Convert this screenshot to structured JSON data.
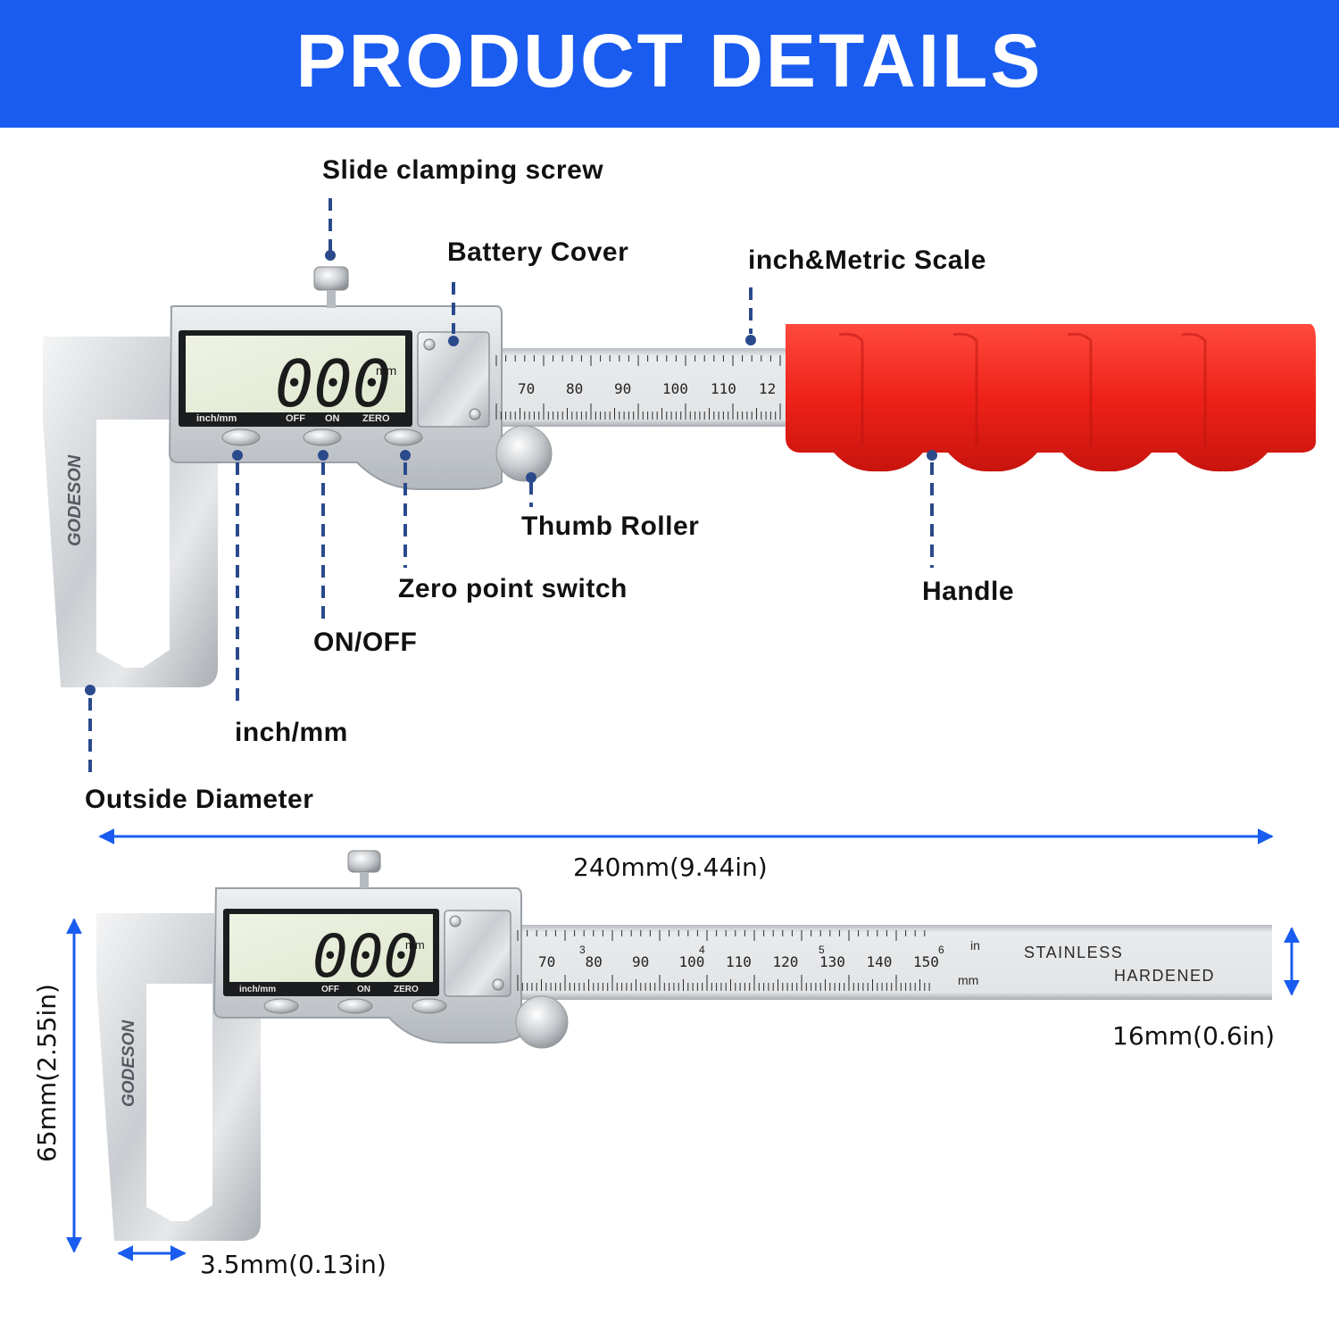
{
  "header": {
    "title": "PRODUCT DETAILS"
  },
  "colors": {
    "header_bg": "#1a5cf0",
    "leader": "#2a4a8c",
    "arrow": "#1a5cf0",
    "handle": "#e8211e"
  },
  "callouts": {
    "slide_clamping_screw": "Slide clamping screw",
    "battery_cover": "Battery Cover",
    "inch_metric_scale": "inch&Metric Scale",
    "thumb_roller": "Thumb Roller",
    "zero_point_switch": "Zero point switch",
    "handle": "Handle",
    "on_off": "ON/OFF",
    "inch_mm": "inch/mm",
    "outside_diameter": "Outside Diameter"
  },
  "dimensions": {
    "total_length": "240mm(9.44in)",
    "beam_width": "16mm(0.6in)",
    "height": "65mm(2.55in)",
    "tip_thickness": "3.5mm(0.13in)"
  },
  "caliper_top": {
    "lcd_value": "000",
    "lcd_unit": "mm",
    "buttons": [
      "inch/mm",
      "OFF",
      "ON",
      "ZERO"
    ],
    "brand": "GODESON",
    "scale_mm": [
      "70",
      "80",
      "90",
      "100",
      "110",
      "12"
    ]
  },
  "caliper_bottom": {
    "lcd_value": "000",
    "lcd_unit": "mm",
    "buttons": [
      "inch/mm",
      "OFF",
      "ON",
      "ZERO"
    ],
    "brand": "GODESON",
    "scale_mm": [
      "70",
      "80",
      "90",
      "100",
      "110",
      "120",
      "130",
      "140",
      "150"
    ],
    "scale_in": [
      "3",
      "4",
      "5",
      "6"
    ],
    "unit_in": "in",
    "unit_mm": "mm",
    "stamp_line1": "STAINLESS",
    "stamp_line2": "HARDENED"
  }
}
